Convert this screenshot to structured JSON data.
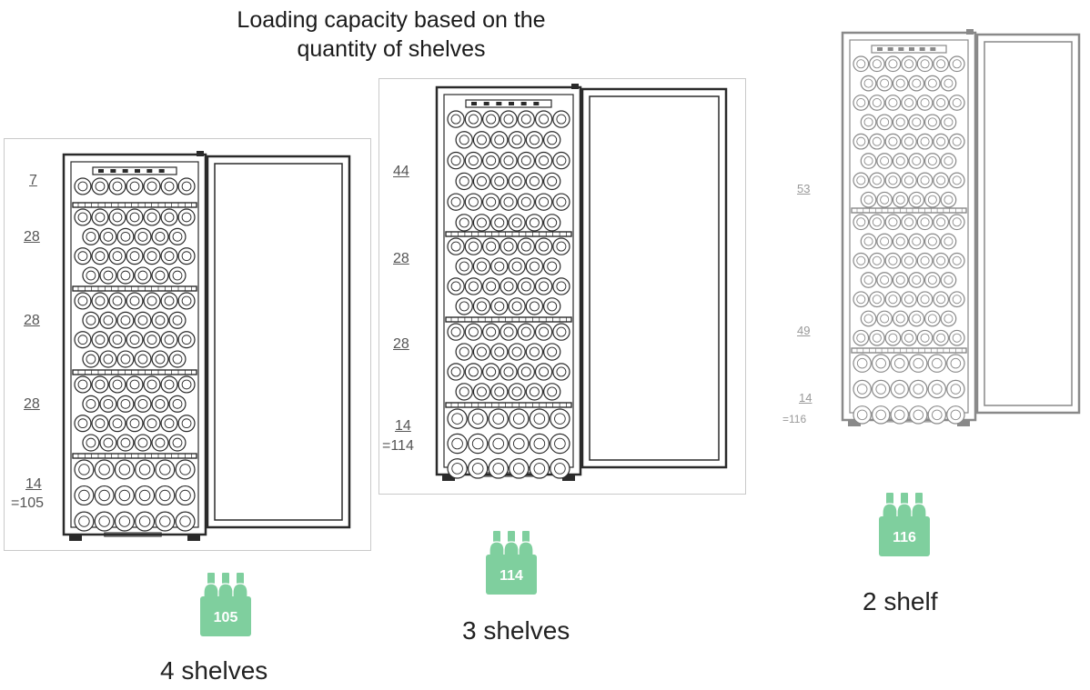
{
  "title_line1": "Loading capacity based on the",
  "title_line2": "quantity of shelves",
  "configs": [
    {
      "caption": "4 shelves",
      "badge_value": "105",
      "total_label": "=105",
      "shelf_counts": [
        "7",
        "28",
        "28",
        "28",
        "14"
      ]
    },
    {
      "caption": "3 shelves",
      "badge_value": "114",
      "total_label": "=114",
      "shelf_counts": [
        "44",
        "28",
        "28",
        "14"
      ]
    },
    {
      "caption": "2 shelf",
      "badge_value": "116",
      "total_label": "=116",
      "shelf_counts": [
        "53",
        "49",
        "14"
      ]
    }
  ],
  "colors": {
    "badge_green": "#7fcf9e",
    "line": "#2a2a2a"
  }
}
